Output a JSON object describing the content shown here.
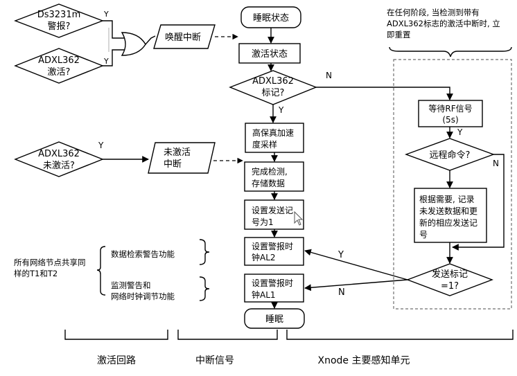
{
  "flow": {
    "sleep_state": "睡眠状态",
    "active_state": "激活状态",
    "adxl_mark_1": "ADXL362",
    "adxl_mark_2": "标记?",
    "high_fidelity_1": "高保真加速",
    "high_fidelity_2": "度采样",
    "complete_1": "完成检测,",
    "complete_2": "存储数据",
    "set_send_1": "设置发送记",
    "set_send_2": "号为1",
    "alarm2_1": "设置警报时",
    "alarm2_2": "钟AL2",
    "alarm1_1": "设置警报时",
    "alarm1_2": "钟AL1",
    "sleep": "睡眠"
  },
  "inputs": {
    "ds3231_1": "Ds3231m",
    "ds3231_2": "警报?",
    "adxl_active_1": "ADXL362",
    "adxl_active_2": "激活?",
    "wake_interrupt": "唤醒中断",
    "adxl_inactive_1": "ADXL362",
    "adxl_inactive_2": "未激活?",
    "inactive_interrupt_1": "未激活",
    "inactive_interrupt_2": "中断"
  },
  "right": {
    "note_1": "在任何阶段, 当检测到带有",
    "note_2": "ADXL362标志的激活中断时, 立",
    "note_3": "即重置",
    "wait_rf_1": "等待RF信号",
    "wait_rf_2": "(5s)",
    "remote_cmd": "远程命令?",
    "record_1": "根据需要, 记录",
    "record_2": "未发送数据和更",
    "record_3": "新的相应发送记",
    "record_4": "号",
    "send_flag_1": "发送标记",
    "send_flag_2": "=1?"
  },
  "left": {
    "shared_1": "所有网络节点共享同",
    "shared_2": "样的T1和T2",
    "data_search": "数据检索警告功能",
    "monitor_1": "监测警告和",
    "monitor_2": "网络时钟调节功能"
  },
  "edges": {
    "yes": "Y",
    "no": "N"
  },
  "sections": {
    "activation_loop": "激活回路",
    "interrupt_signal": "中断信号",
    "xnode_unit": "Xnode 主要感知单元"
  }
}
